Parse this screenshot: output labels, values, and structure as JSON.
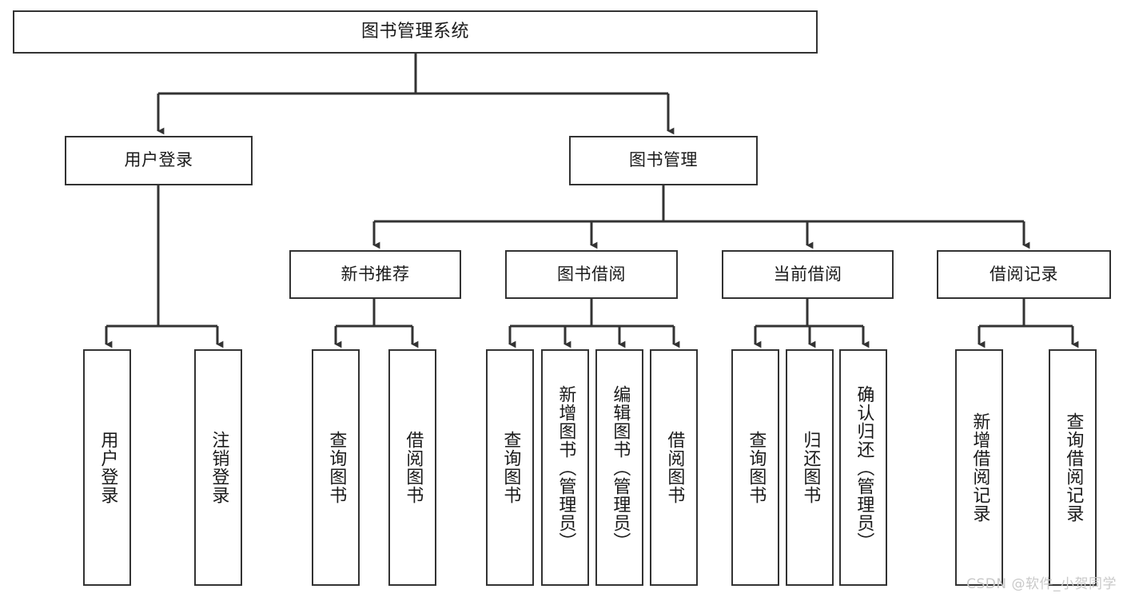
{
  "diagram": {
    "title": "图书管理系统",
    "type": "tree-hierarchy-chart",
    "orientation": "top-down",
    "colors": {
      "box_border": "#333333",
      "box_fill": "#ffffff",
      "connector": "#333333",
      "text": "#1a1a1a",
      "watermark": "#c9c9c9",
      "background": "#ffffff"
    }
  },
  "root": {
    "label": "图书管理系统"
  },
  "level2": [
    {
      "id": "user-login",
      "label": "用户登录"
    },
    {
      "id": "book-management",
      "label": "图书管理"
    }
  ],
  "level3": [
    {
      "id": "new-book-recommend",
      "label": "新书推荐",
      "parent": "book-management"
    },
    {
      "id": "book-borrow",
      "label": "图书借阅",
      "parent": "book-management"
    },
    {
      "id": "current-borrow",
      "label": "当前借阅",
      "parent": "book-management"
    },
    {
      "id": "borrow-record",
      "label": "借阅记录",
      "parent": "book-management"
    }
  ],
  "leaves": {
    "user_login": [
      {
        "id": "leaf-user-login",
        "label": "用户登录"
      },
      {
        "id": "leaf-logout",
        "label": "注销登录"
      }
    ],
    "new_book_recommend": [
      {
        "id": "leaf-query-book-1",
        "label": "查询图书"
      },
      {
        "id": "leaf-borrow-book-1",
        "label": "借阅图书"
      }
    ],
    "book_borrow": [
      {
        "id": "leaf-query-book-2",
        "label": "查询图书"
      },
      {
        "id": "leaf-add-book",
        "label": "新增图书（管理员）"
      },
      {
        "id": "leaf-edit-book",
        "label": "编辑图书（管理员）"
      },
      {
        "id": "leaf-borrow-book-2",
        "label": "借阅图书"
      }
    ],
    "current_borrow": [
      {
        "id": "leaf-query-book-3",
        "label": "查询图书"
      },
      {
        "id": "leaf-return-book",
        "label": "归还图书"
      },
      {
        "id": "leaf-confirm-return",
        "label": "确认归还（管理员）"
      }
    ],
    "borrow_record": [
      {
        "id": "leaf-add-record",
        "label": "新增借阅记录"
      },
      {
        "id": "leaf-query-record",
        "label": "查询借阅记录"
      }
    ]
  },
  "watermark": {
    "text": "CSDN @软件_小贺同学"
  }
}
